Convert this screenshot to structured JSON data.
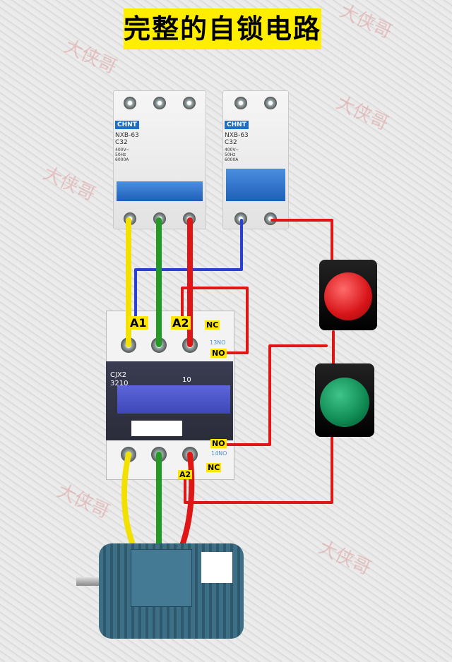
{
  "title": "完整的自锁电路",
  "watermark": "大侠哥",
  "breaker_3p": {
    "brand": "CHNT",
    "model": "NXB-63",
    "rating": "C32",
    "spec": "400V~\n50Hz\n6000A"
  },
  "breaker_2p": {
    "brand": "CHNT",
    "model": "NXB-63",
    "rating": "C32",
    "spec": "400V~\n50Hz\n6000A"
  },
  "contactor": {
    "model": "CJX2",
    "number": "3210",
    "aux": "10",
    "terminals": {
      "a1": "A1",
      "a2_top": "A2",
      "a2_bottom": "A2",
      "nc_top": "NC",
      "no_top": "NO",
      "no_bottom": "NO",
      "nc_bottom": "NC",
      "l13no": "13NO",
      "l14no": "14NO"
    }
  },
  "buttons": {
    "stop_color": "#d71418",
    "start_color": "#0f8a52"
  },
  "wires": {
    "yellow": "#f2e000",
    "green": "#239a23",
    "red": "#e01515",
    "blue": "#2a3fd6"
  }
}
